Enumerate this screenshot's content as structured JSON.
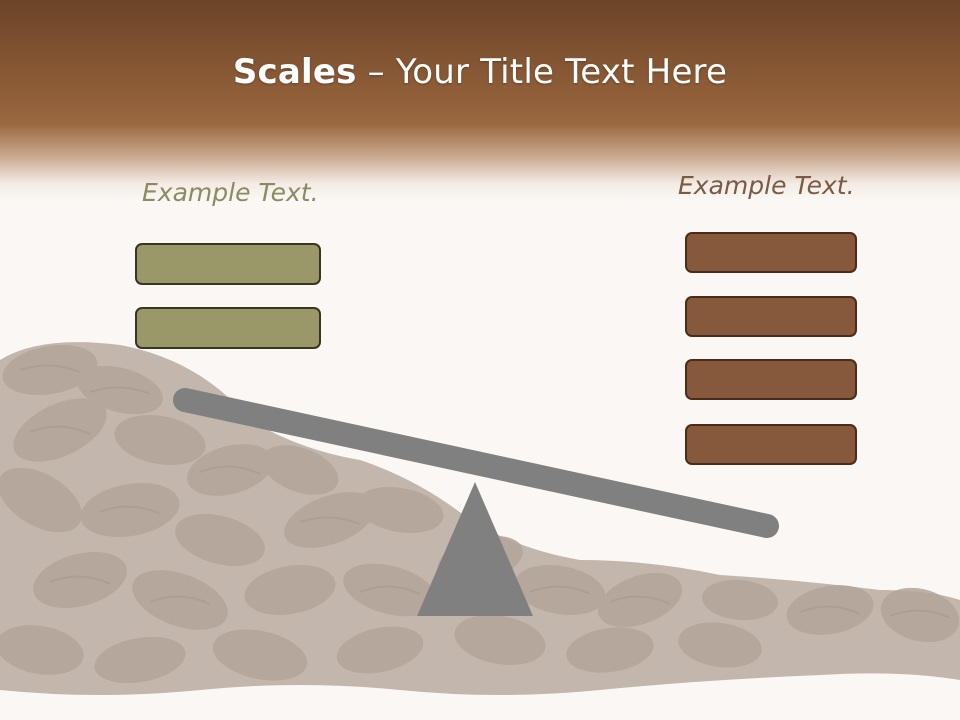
{
  "slide": {
    "title_bold": "Scales",
    "title_rest": " – Your Title Text Here"
  },
  "left": {
    "label": "Example Text.",
    "box_count": 2,
    "box_color": "#9a9868"
  },
  "right": {
    "label": "Example Text.",
    "box_count": 4,
    "box_color": "#87593c"
  },
  "colors": {
    "header": "#8a5a36",
    "beam": "#808080",
    "fulcrum": "#808080",
    "background": "#faf7f4"
  }
}
